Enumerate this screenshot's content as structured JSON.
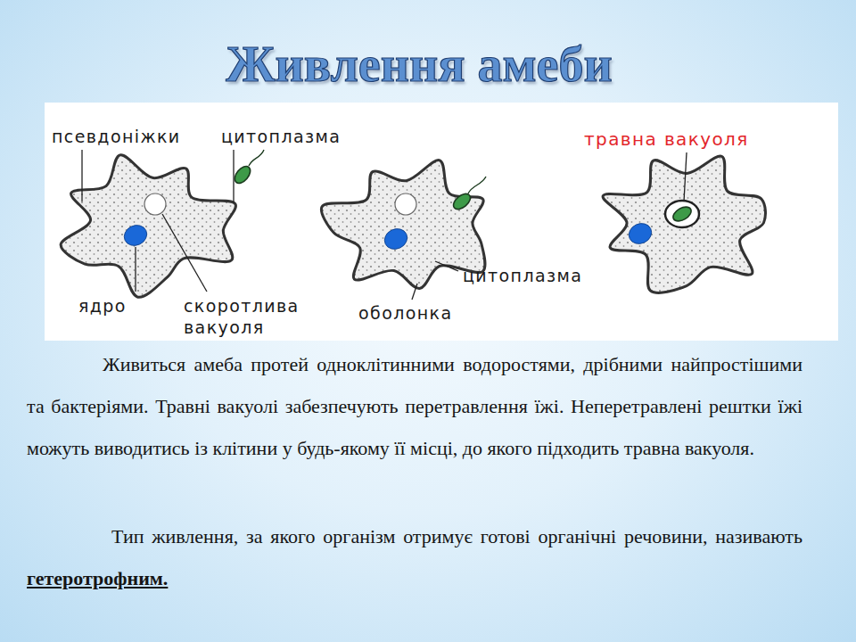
{
  "diagram": {
    "title": "Живлення амеби",
    "labels": [
      "псевдоніжки",
      "цитоплазма",
      "травна вакуоля",
      "ядро",
      "скоротлива вакуоля",
      "цитоплазма",
      "оболонка",
      "Живиться амеба протей одноклітинними водоростями, дрібними найпростішими та бактеріями. Травні вакуолі забезпечують перетравлення їжі. Неперетравлені рештки їжі можуть виводитись із клітини у будь-якому її місці, до якого підходить травна вакуоля.",
      "Тип живлення, за якого організм отримує готові органічні речовини, називають",
      "гетеротрофним."
    ]
  }
}
